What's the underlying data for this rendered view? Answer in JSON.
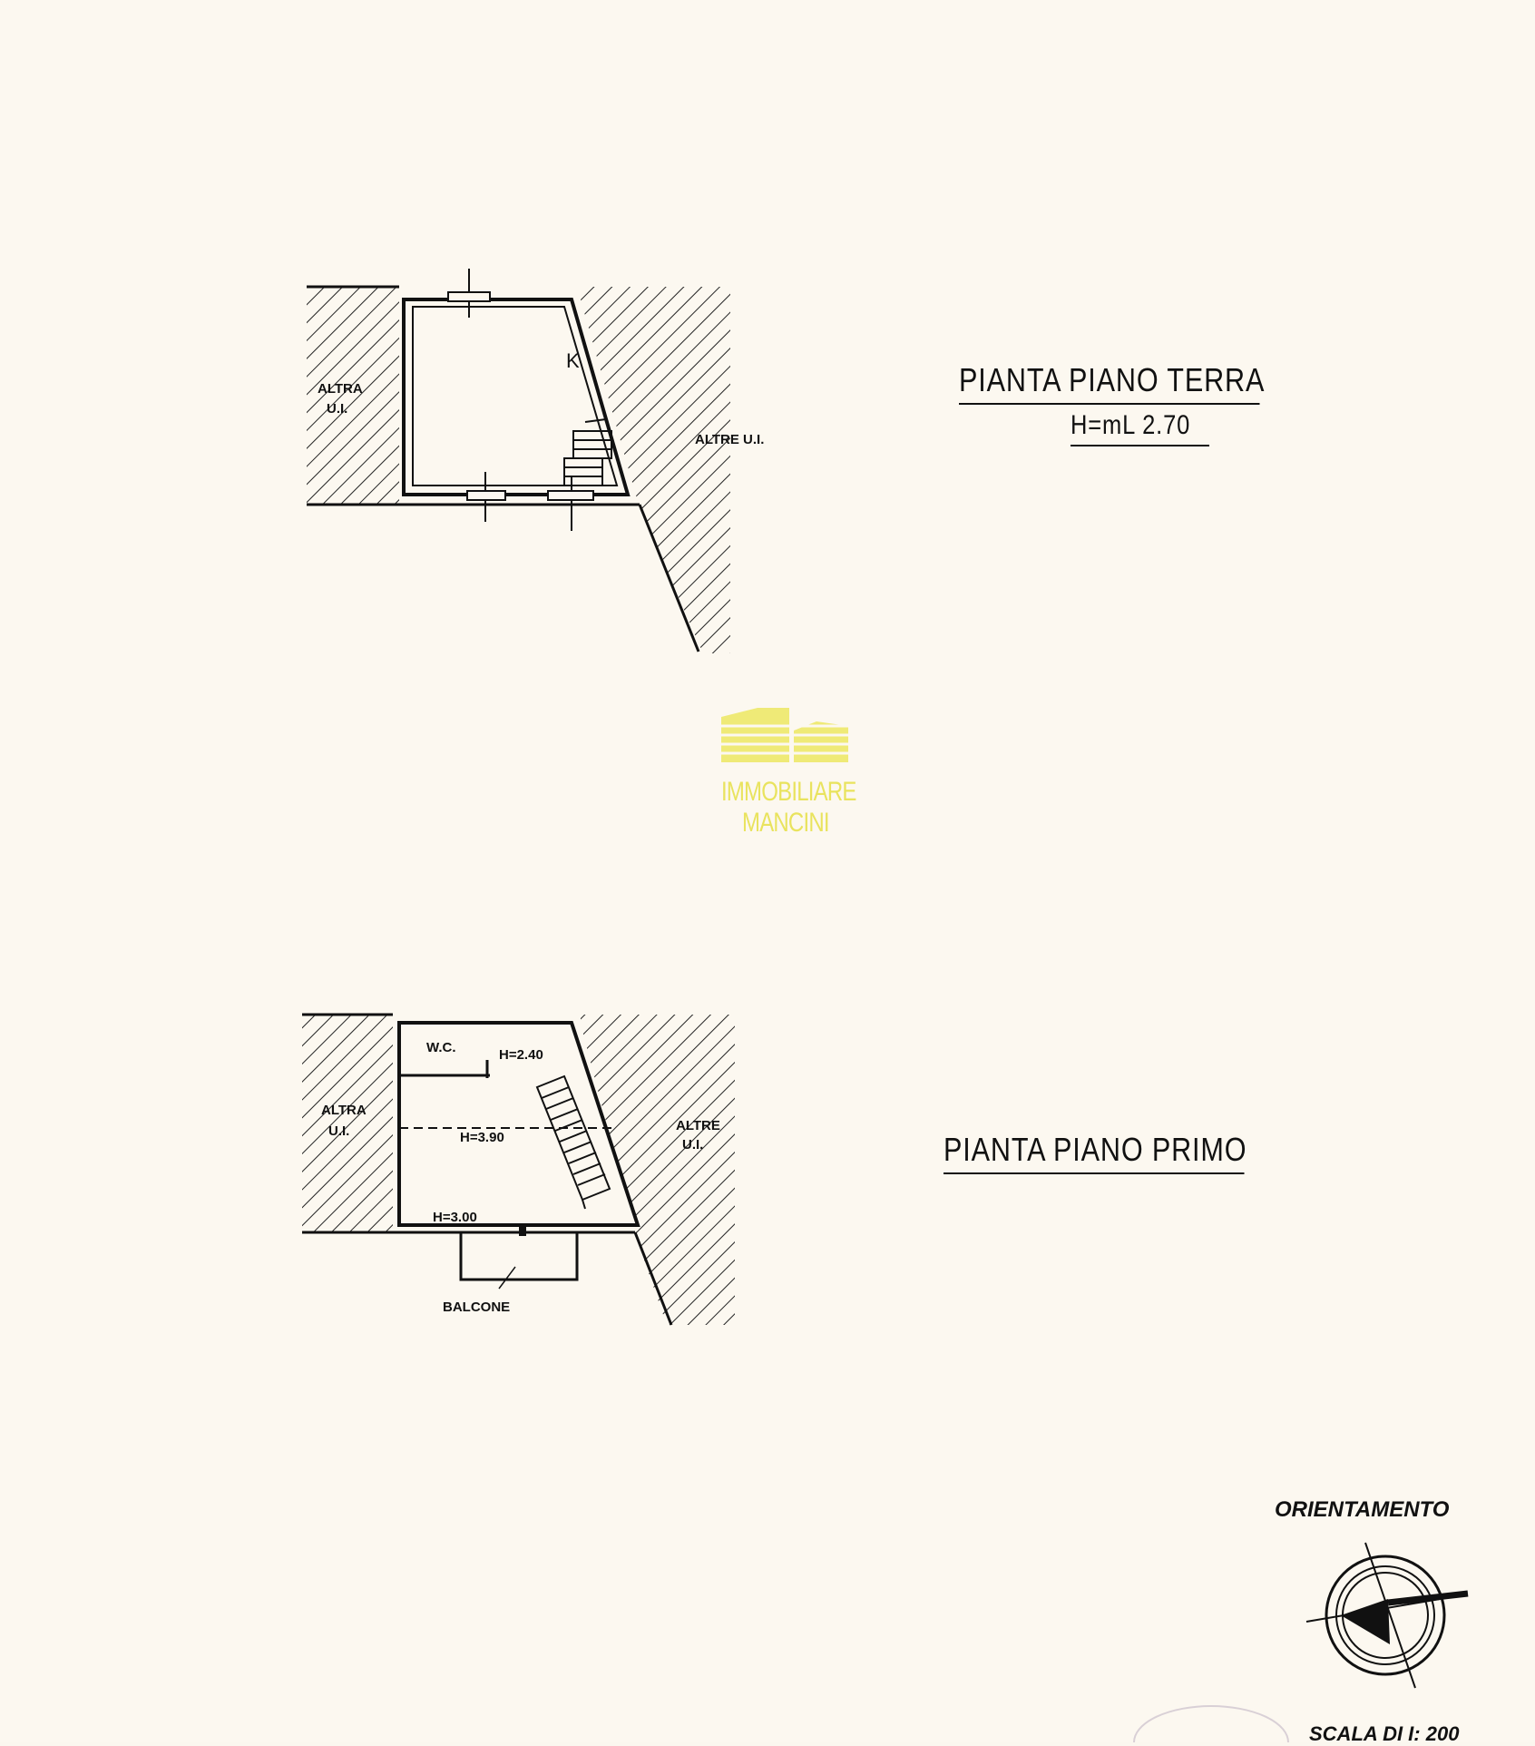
{
  "ground_floor": {
    "title": "PIANTA  PIANO TERRA",
    "height": "H=mL 2.70",
    "label_left": "ALTRA",
    "label_left2": "U.I.",
    "label_right": "ALTRE U.I."
  },
  "first_floor": {
    "title": "PIANTA  PIANO  PRIMO",
    "label_left": "ALTRA",
    "label_left2": "U.I.",
    "label_right": "ALTRE",
    "label_right2": "U.I.",
    "wc": "W.C.",
    "h_wc": "H=2.40",
    "h_main": "H=3.90",
    "h_front": "H=3.00",
    "balcony": "BALCONE"
  },
  "orientation_label": "ORIENTAMENTO",
  "scale_label": "SCALA DI I: 200",
  "watermark": {
    "line1": "IMMOBILIARE",
    "line2": "MANCINI",
    "color": "#e9e35e"
  }
}
